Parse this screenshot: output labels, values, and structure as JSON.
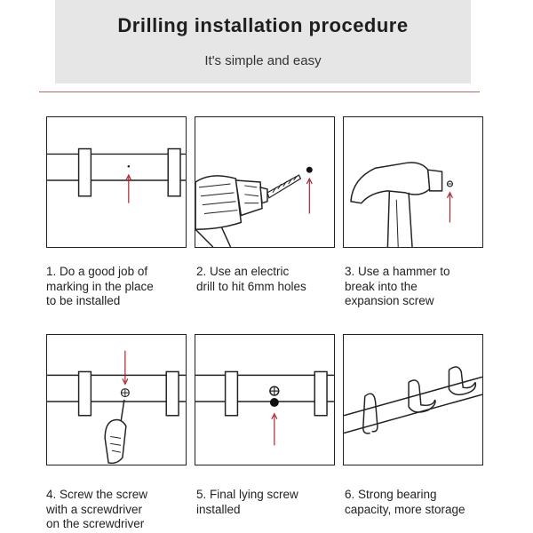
{
  "header": {
    "title": "Drilling installation procedure",
    "subtitle": "It's simple and easy"
  },
  "steps": [
    {
      "caption": "1. Do a good job of\nmarking in the place\nto be installed",
      "illustration_icon": "marking-icon"
    },
    {
      "caption": "2. Use an electric\ndrill to hit 6mm holes",
      "illustration_icon": "electric-drill-icon"
    },
    {
      "caption": "3. Use a hammer to\nbreak into the\nexpansion screw",
      "illustration_icon": "hammer-icon"
    },
    {
      "caption": "4. Screw the screw\nwith a screwdriver\non the screwdriver",
      "illustration_icon": "screwdriver-icon"
    },
    {
      "caption": "5. Final lying screw\ninstalled",
      "illustration_icon": "installed-screw-icon"
    },
    {
      "caption": "6. Strong bearing\ncapacity, more storage",
      "illustration_icon": "hook-rack-icon"
    }
  ],
  "colors": {
    "header_bg": "#e6e6e6",
    "divider": "#b46b6b",
    "arrow": "#b0202a",
    "line": "#222222"
  }
}
